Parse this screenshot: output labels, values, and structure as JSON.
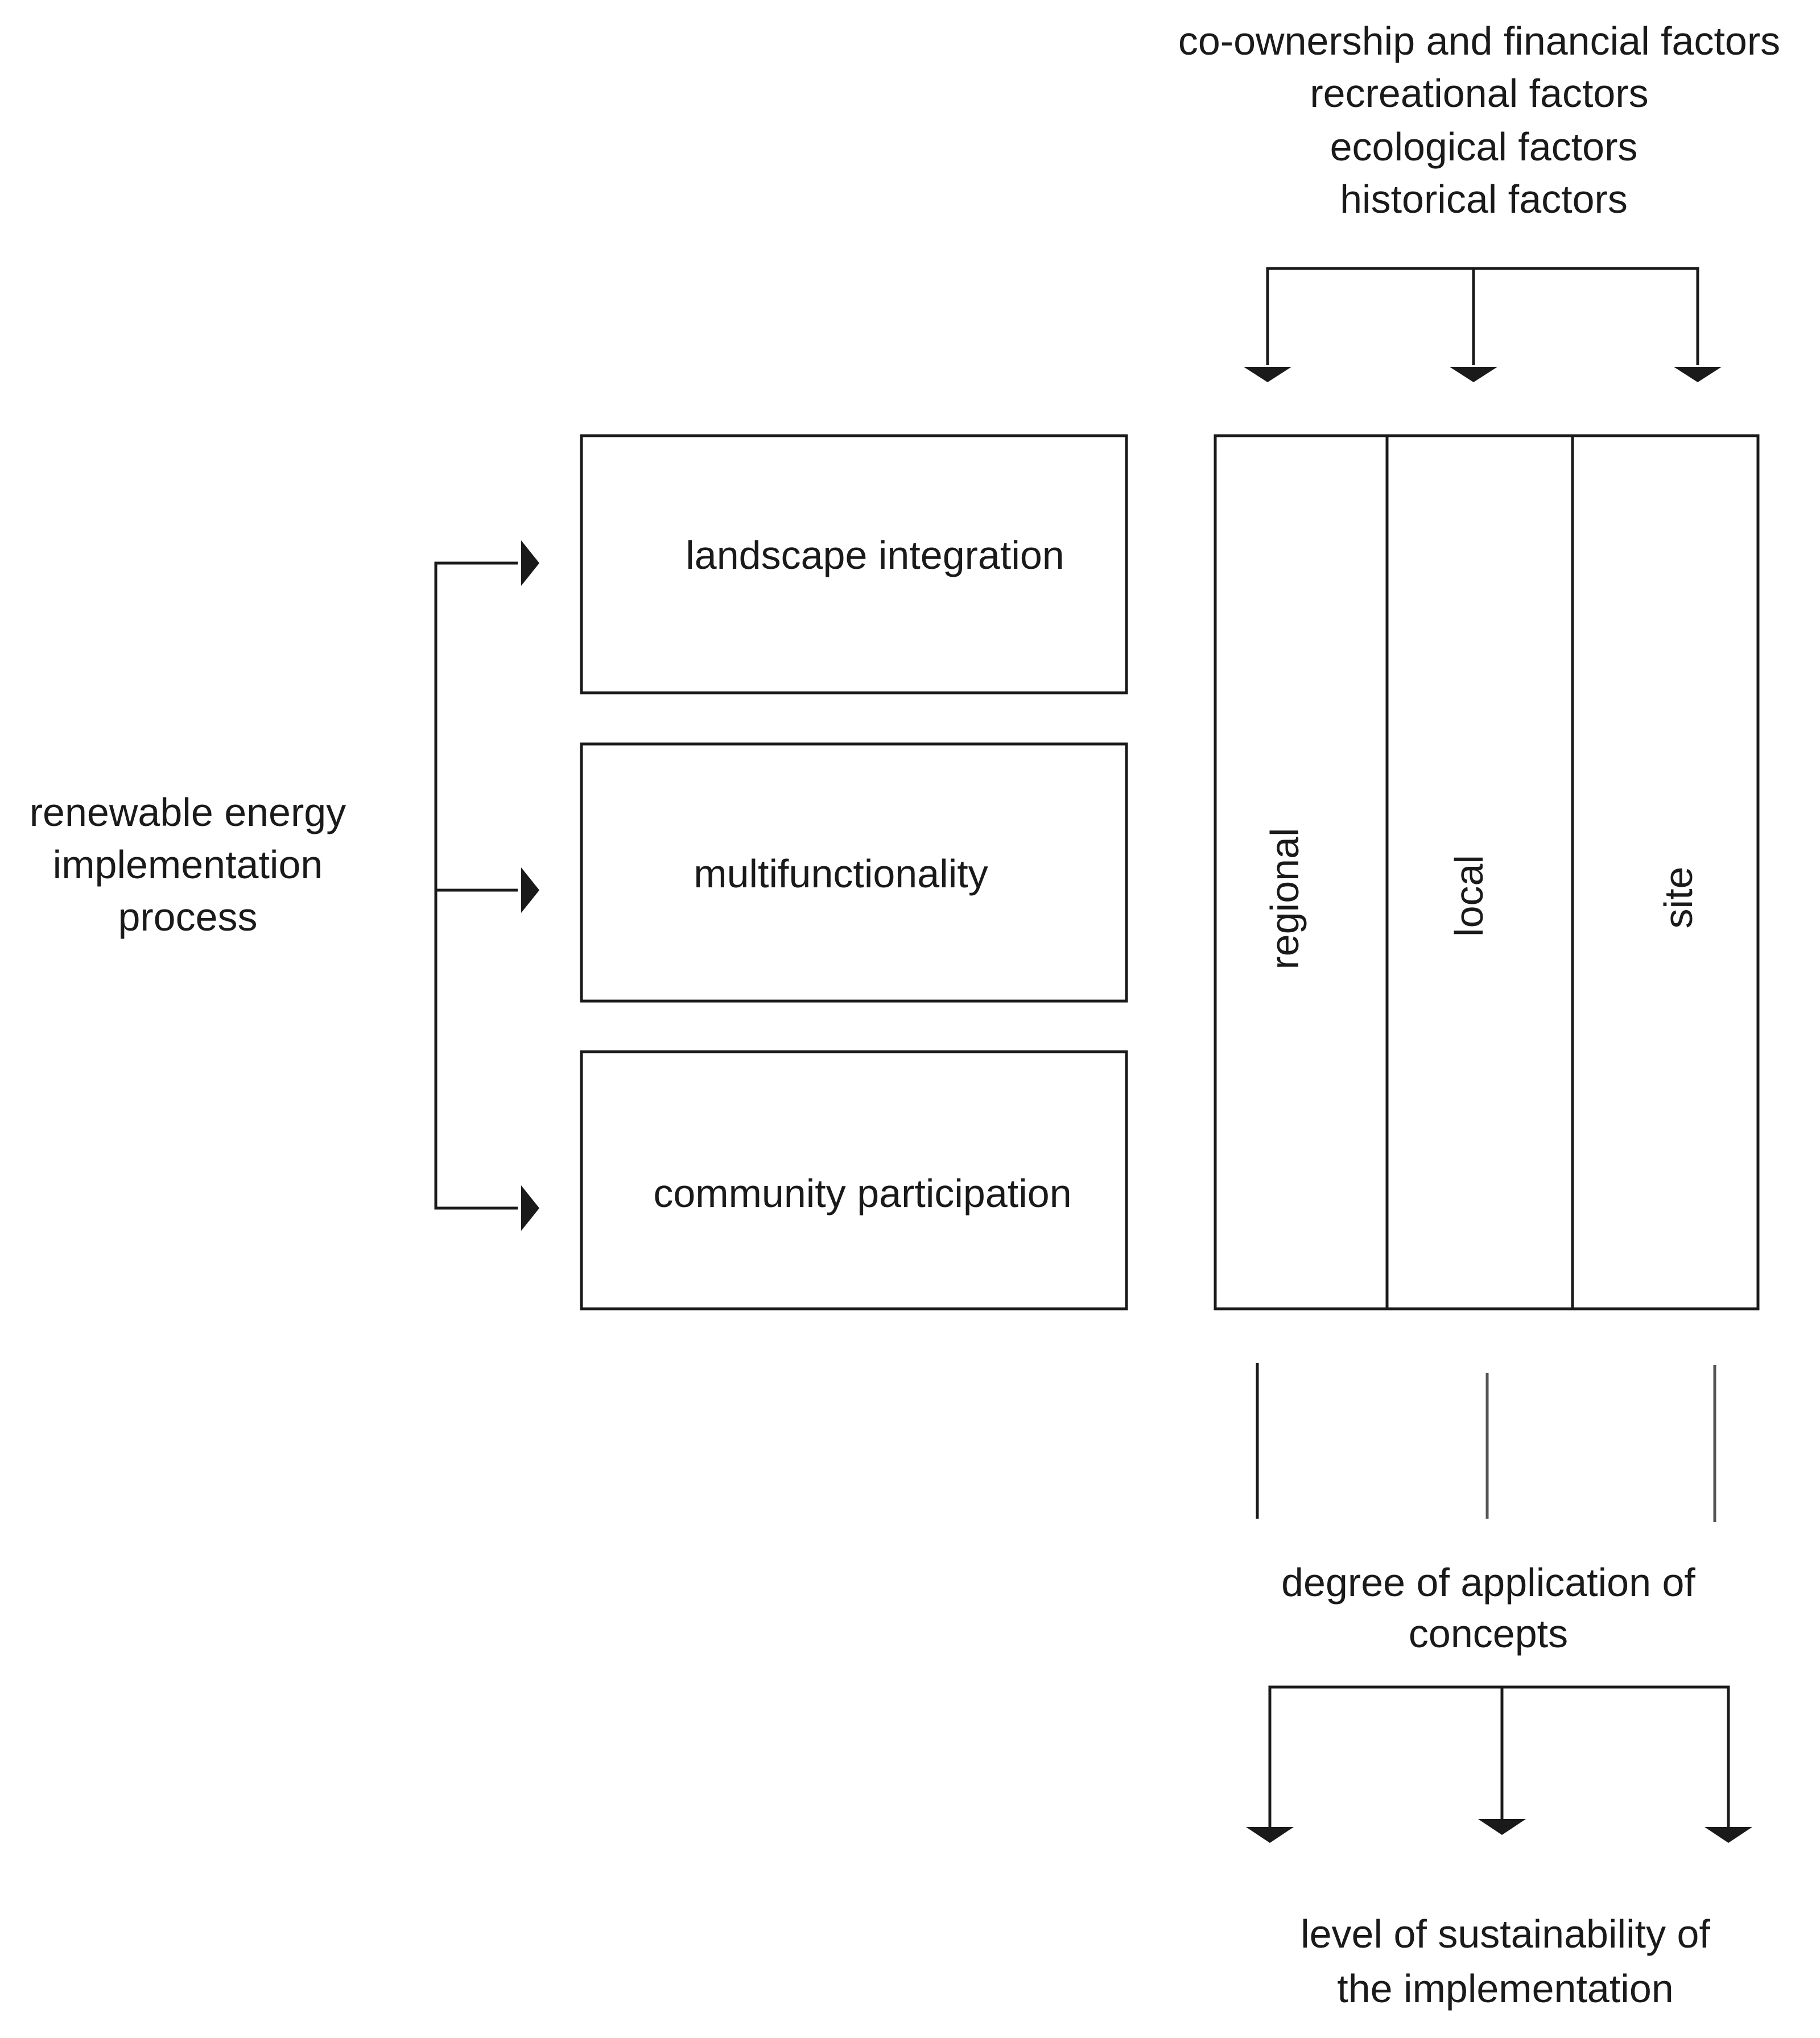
{
  "factors": {
    "lines": [
      "co-ownership and financial factors",
      "recreational factors",
      "ecological factors",
      "historical factors"
    ]
  },
  "process": {
    "lines": [
      "renewable energy",
      "implementation",
      "process"
    ]
  },
  "concepts": [
    {
      "label": "landscape integration"
    },
    {
      "label": "multifunctionality"
    },
    {
      "label": "community participation"
    }
  ],
  "scales": [
    {
      "label": "regional"
    },
    {
      "label": "local"
    },
    {
      "label": "site"
    }
  ],
  "degree": {
    "lines": [
      "degree of application of",
      "concepts"
    ]
  },
  "outcome": {
    "lines": [
      "level of sustainability of",
      "the implementation"
    ]
  }
}
